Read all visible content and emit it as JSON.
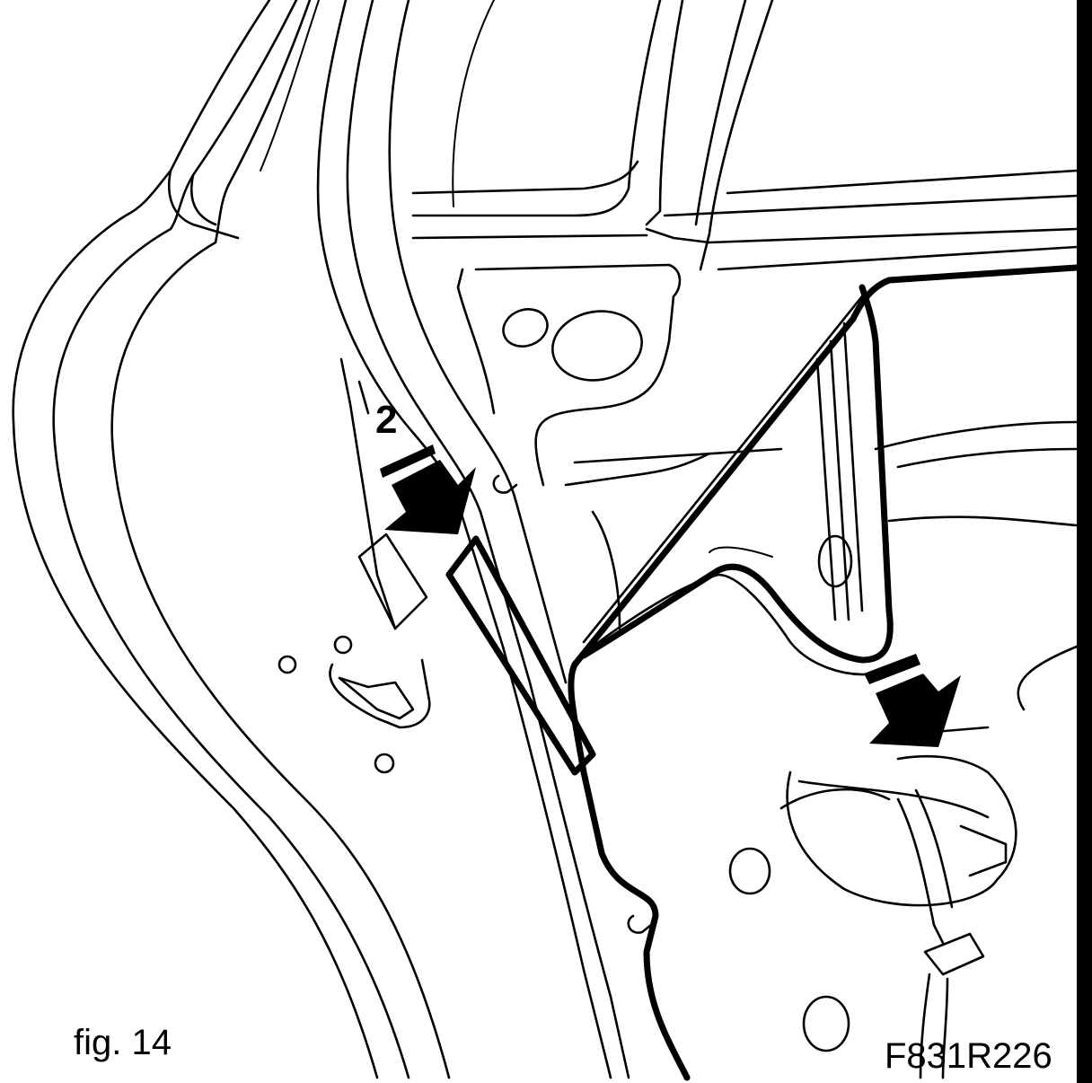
{
  "figure": {
    "caption": "fig. 14",
    "reference_code": "F831R226",
    "callout_number": "2",
    "colors": {
      "ink": "#000000",
      "paper": "#ffffff"
    }
  }
}
